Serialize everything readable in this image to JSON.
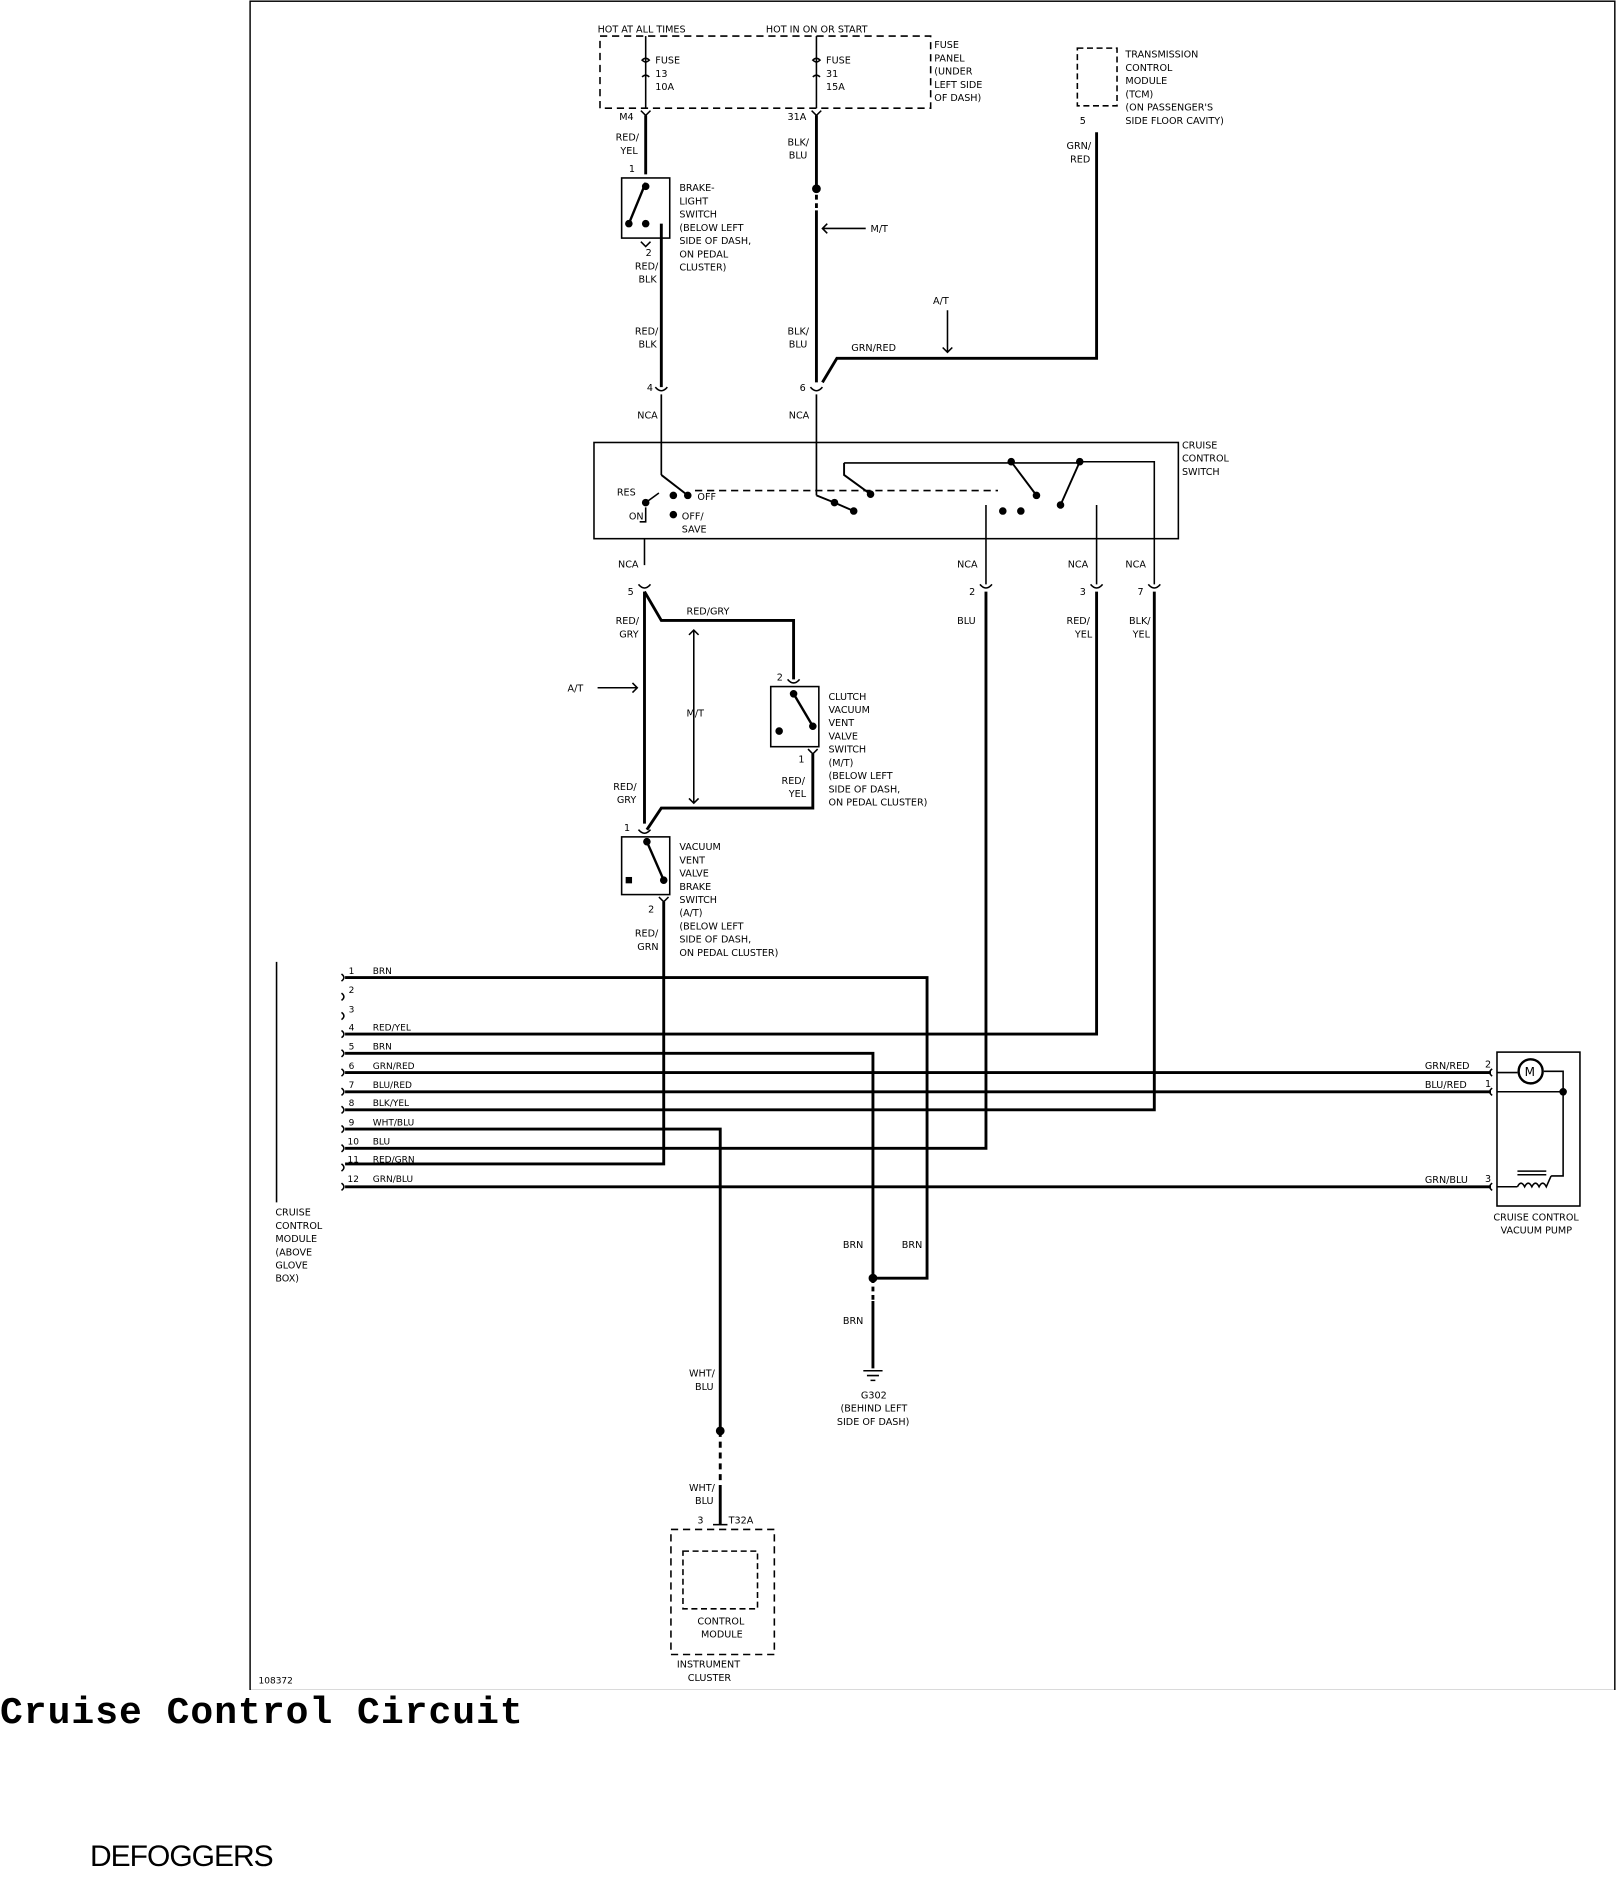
{
  "figure": {
    "id": "108372",
    "caption": "Cruise Control Circuit",
    "next_section_heading": "DEFOGGERS"
  },
  "components": {
    "fuse_panel": {
      "hot_at_all_times": "HOT AT ALL TIMES",
      "hot_in_on_or_start": "HOT IN ON OR START",
      "fuse13": [
        "FUSE",
        "13",
        "10A"
      ],
      "fuse31": [
        "FUSE",
        "31",
        "15A"
      ],
      "label": [
        "FUSE",
        "PANEL",
        "(UNDER",
        "LEFT SIDE",
        "OF DASH)"
      ],
      "pin_left": "M4",
      "pin_right": "31A"
    },
    "tcm": {
      "label": [
        "TRANSMISSION",
        "CONTROL",
        "MODULE",
        "(TCM)",
        "(ON PASSENGER'S",
        "SIDE FLOOR CAVITY)"
      ],
      "pin": "5"
    },
    "brake_light_switch": {
      "label": [
        "BRAKE-",
        "LIGHT",
        "SWITCH",
        "(BELOW LEFT",
        "SIDE OF DASH,",
        "ON PEDAL",
        "CLUSTER)"
      ],
      "pin_top": "1",
      "pin_bottom": "2"
    },
    "cruise_control_switch": {
      "label": [
        "CRUISE",
        "CONTROL",
        "SWITCH"
      ],
      "res": "RES",
      "on": "ON",
      "off": "OFF",
      "off_save": [
        "OFF/",
        "SAVE"
      ]
    },
    "clutch_switch": {
      "label": [
        "CLUTCH",
        "VACUUM",
        "VENT",
        "VALVE",
        "SWITCH",
        "(M/T)",
        "(BELOW LEFT",
        "SIDE OF DASH,",
        "ON PEDAL CLUSTER)"
      ],
      "pin_top": "2",
      "pin_bottom": "1"
    },
    "vacuum_switch": {
      "label": [
        "VACUUM",
        "VENT",
        "VALVE",
        "BRAKE",
        "SWITCH",
        "(A/T)",
        "(BELOW LEFT",
        "SIDE OF DASH,",
        "ON PEDAL CLUSTER)"
      ],
      "pin_top": "1",
      "pin_bottom": "2"
    },
    "cruise_module": {
      "label": [
        "CRUISE",
        "CONTROL",
        "MODULE",
        "(ABOVE",
        "GLOVE",
        "BOX)"
      ]
    },
    "vacuum_pump": {
      "label": [
        "CRUISE CONTROL",
        "VACUUM PUMP"
      ],
      "motor_symbol": "M"
    },
    "ground": {
      "label": [
        "G302",
        "(BEHIND LEFT",
        "SIDE OF DASH)"
      ]
    },
    "instrument_cluster": {
      "inner_label": [
        "CONTROL",
        "MODULE"
      ],
      "label": [
        "INSTRUMENT",
        "CLUSTER"
      ],
      "pin": "3",
      "connector": "T32A"
    }
  },
  "connectors": {
    "nca_4": "4",
    "nca_6": "6",
    "nca_5": "5",
    "nca_2": "2",
    "nca_3": "3",
    "nca_7": "7",
    "nca": "NCA"
  },
  "wires": {
    "red_yel": [
      "RED/",
      "YEL"
    ],
    "blk_blu": [
      "BLK/",
      "BLU"
    ],
    "grn_red_tcm": [
      "GRN/",
      "RED"
    ],
    "red_blk_1": [
      "RED/",
      "BLK"
    ],
    "red_blk_2": [
      "RED/",
      "BLK"
    ],
    "blk_blu_2": [
      "BLK/",
      "BLU"
    ],
    "grn_red": "GRN/RED",
    "mt": "M/T",
    "at": "A/T",
    "red_gry_1": [
      "RED/",
      "GRY"
    ],
    "red_gry_h": "RED/GRY",
    "red_gry_2": [
      "RED/",
      "GRY"
    ],
    "blu": "BLU",
    "red_yel_2": [
      "RED/",
      "YEL"
    ],
    "blk_yel": [
      "BLK/",
      "YEL"
    ],
    "red_yel_3": [
      "RED/",
      "YEL"
    ],
    "red_grn": [
      "RED/",
      "GRN"
    ],
    "brn_1": "BRN",
    "brn_2": "BRN",
    "brn_3": "BRN",
    "wht_blu_1": [
      "WHT/",
      "BLU"
    ],
    "wht_blu_2": [
      "WHT/",
      "BLU"
    ],
    "pump_grn_red": "GRN/RED",
    "pump_blu_red": "BLU/RED",
    "pump_grn_blu": "GRN/BLU",
    "pump_pins": [
      "2",
      "1",
      "3"
    ]
  },
  "module_pins": [
    {
      "pin": "1",
      "wire": "BRN"
    },
    {
      "pin": "2",
      "wire": ""
    },
    {
      "pin": "3",
      "wire": ""
    },
    {
      "pin": "4",
      "wire": "RED/YEL"
    },
    {
      "pin": "5",
      "wire": "BRN"
    },
    {
      "pin": "6",
      "wire": "GRN/RED"
    },
    {
      "pin": "7",
      "wire": "BLU/RED"
    },
    {
      "pin": "8",
      "wire": "BLK/YEL"
    },
    {
      "pin": "9",
      "wire": "WHT/BLU"
    },
    {
      "pin": "10",
      "wire": "BLU"
    },
    {
      "pin": "11",
      "wire": "RED/GRN"
    },
    {
      "pin": "12",
      "wire": "GRN/BLU"
    }
  ]
}
